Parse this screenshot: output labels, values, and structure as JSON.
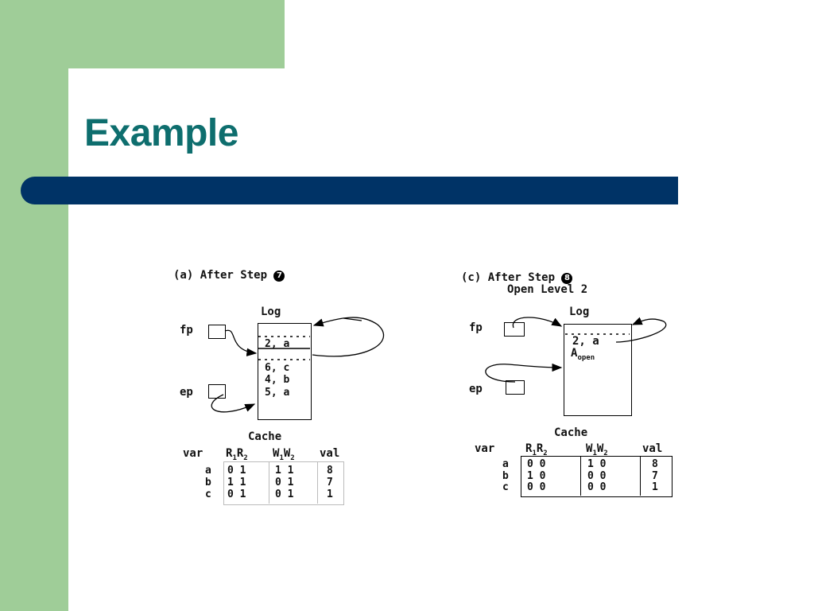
{
  "slide": {
    "title": "Example"
  },
  "panel_a": {
    "heading": "(a) After Step",
    "step_number": "7",
    "log_label": "Log",
    "fp_label": "fp",
    "ep_label": "ep",
    "log_entries_top": [
      "2, a"
    ],
    "log_entries_bottom": [
      "6, c",
      "4, b",
      "5, a"
    ],
    "cache_label": "Cache",
    "cache_headers": {
      "var": "var",
      "r": "R",
      "w": "W",
      "val": "val",
      "sub1": "1",
      "sub2": "2"
    },
    "cache_rows": [
      {
        "var": "a",
        "r": "0 1",
        "w": "1 1",
        "val": "8"
      },
      {
        "var": "b",
        "r": "1 1",
        "w": "0 1",
        "val": "7"
      },
      {
        "var": "c",
        "r": "0 1",
        "w": "0 1",
        "val": "1"
      }
    ]
  },
  "panel_c": {
    "heading": "(c) After Step",
    "step_number": "8",
    "subheading": "Open Level 2",
    "log_label": "Log",
    "fp_label": "fp",
    "ep_label": "ep",
    "log_entries": [
      "2, a"
    ],
    "log_open_entry": "A",
    "log_open_sub": "open",
    "cache_label": "Cache",
    "cache_headers": {
      "var": "var",
      "r": "R",
      "w": "W",
      "val": "val",
      "sub1": "1",
      "sub2": "2"
    },
    "cache_rows": [
      {
        "var": "a",
        "r": "0 0",
        "w": "1 0",
        "val": "8"
      },
      {
        "var": "b",
        "r": "1 0",
        "w": "0 0",
        "val": "7"
      },
      {
        "var": "c",
        "r": "0 0",
        "w": "0 0",
        "val": "1"
      }
    ]
  },
  "theme": {
    "green": "#9fcd98",
    "navy": "#003366",
    "title_color": "#0e6e6e"
  }
}
